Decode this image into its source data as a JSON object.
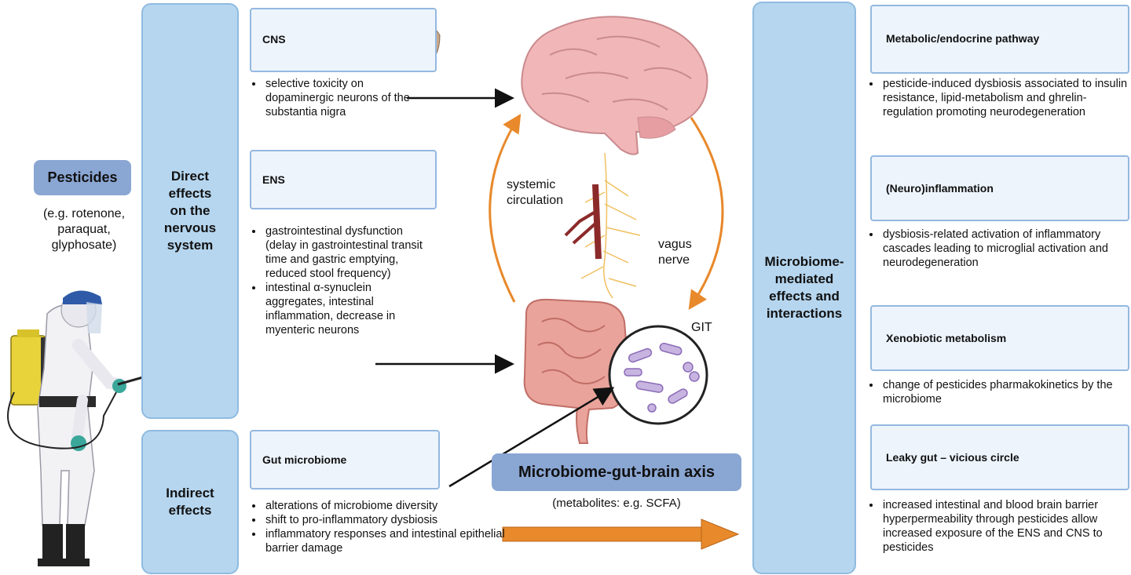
{
  "pesticides": {
    "title": "Pesticides",
    "examples": [
      "(e.g. rotenone,",
      "paraquat,",
      "glyphosate)"
    ]
  },
  "left_columns": {
    "direct": [
      "Direct",
      "effects",
      "on the",
      "nervous",
      "system"
    ],
    "indirect": [
      "Indirect",
      "effects"
    ]
  },
  "cards": {
    "cns": {
      "title": "CNS",
      "bullets": [
        "selective toxicity on dopaminergic neurons of the substantia nigra"
      ]
    },
    "ens": {
      "title": "ENS",
      "bullets": [
        "gastrointestinal dysfunction (delay in gastrointestinal transit time and gastric emptying, reduced stool frequency)",
        "intestinal α-synuclein aggregates, intestinal inflammation, decrease in myenteric neurons"
      ]
    },
    "gut": {
      "title": "Gut microbiome",
      "bullets": [
        "alterations of microbiome diversity",
        "shift to pro-inflammatory dysbiosis",
        "inflammatory responses and intestinal epithelial barrier damage"
      ]
    }
  },
  "center": {
    "systemic_circulation": [
      "systemic",
      "circulation"
    ],
    "vagus_nerve": [
      "vagus",
      "nerve"
    ],
    "git": "GIT",
    "axis_title": "Microbiome-gut-brain axis",
    "axis_subtitle": "(metabolites: e.g. SCFA)"
  },
  "right_column": [
    "Microbiome-",
    "mediated",
    "effects and",
    "interactions"
  ],
  "right_cards": {
    "metabolic": {
      "title": "Metabolic/endocrine pathway",
      "bullets": [
        "pesticide-induced dysbiosis associated to insulin resistance, lipid-metabolism and ghrelin-regulation promoting neurodegeneration"
      ]
    },
    "inflammation": {
      "title": "(Neuro)inflammation",
      "bullets": [
        "dysbiosis-related activation of inflammatory cascades leading to microglial activation and neurodegeneration"
      ]
    },
    "xenobiotic": {
      "title": "Xenobiotic metabolism",
      "bullets": [
        "change of pesticides pharmakokinetics by the microbiome"
      ]
    },
    "leaky": {
      "title": "Leaky gut – vicious circle",
      "bullets": [
        "increased intestinal and blood brain barrier hyperpermeability through pesticides allow increased exposure of the ENS and CNS to pesticides"
      ]
    }
  },
  "colors": {
    "column_fill": "#b6d6ef",
    "card_fill": "#edf4fc",
    "title_box": "#8aa6d3",
    "orange_arrow": "#e8892b"
  },
  "icons": [
    "farmer-sprayer-icon",
    "brain-icon",
    "intestine-icon",
    "neuron-icon",
    "fat-cells-icon",
    "microglia-icon",
    "molecule-icon",
    "inflamed-gut-icon",
    "bacteria-magnifier-icon"
  ]
}
